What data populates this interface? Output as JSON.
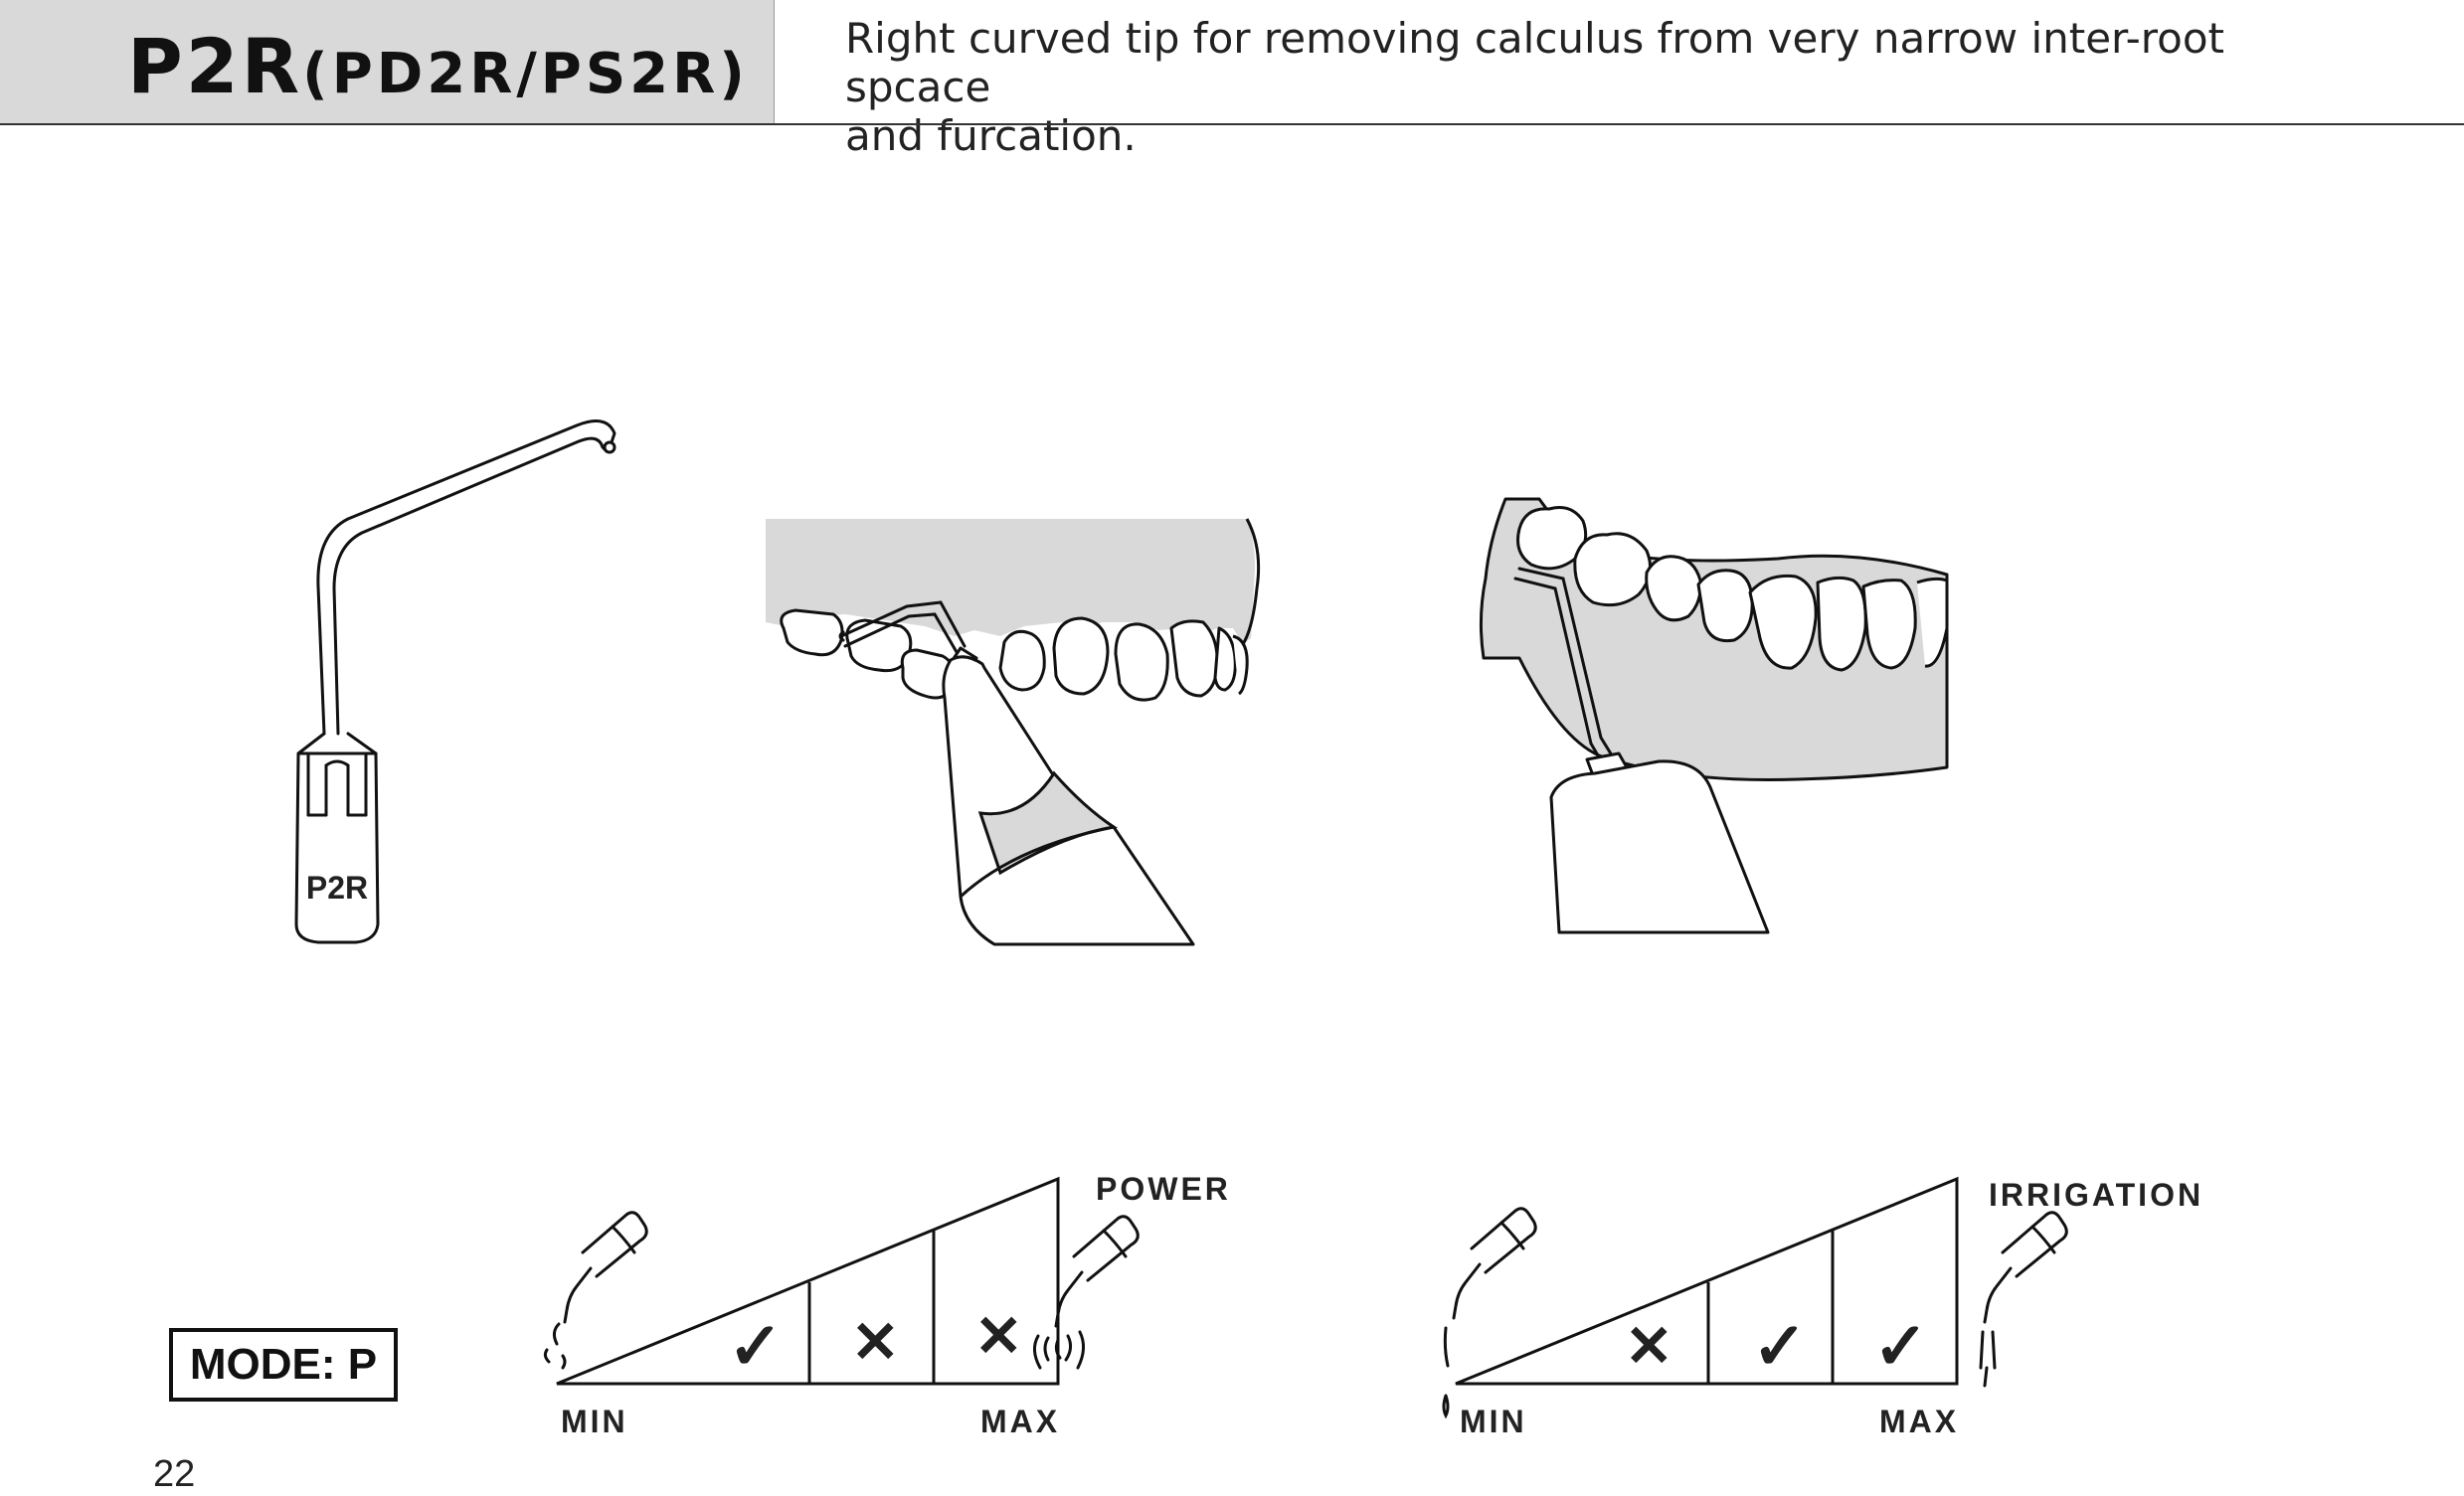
{
  "header": {
    "model": "P2R",
    "variants": "(PD2R/PS2R)",
    "description_line1": "Right curved tip for removing calculus from very narrow inter-root spcace",
    "description_line2": "and furcation."
  },
  "tip_label": "P2R",
  "mode": "MODE: P",
  "power": {
    "title": "POWER",
    "min": "MIN",
    "max": "MAX",
    "cells": [
      "✓",
      "✕",
      "✕"
    ]
  },
  "irrigation": {
    "title": "IRRIGATION",
    "min": "MIN",
    "max": "MAX",
    "cells": [
      "✕",
      "✓",
      "✓"
    ]
  },
  "page_number": "22"
}
